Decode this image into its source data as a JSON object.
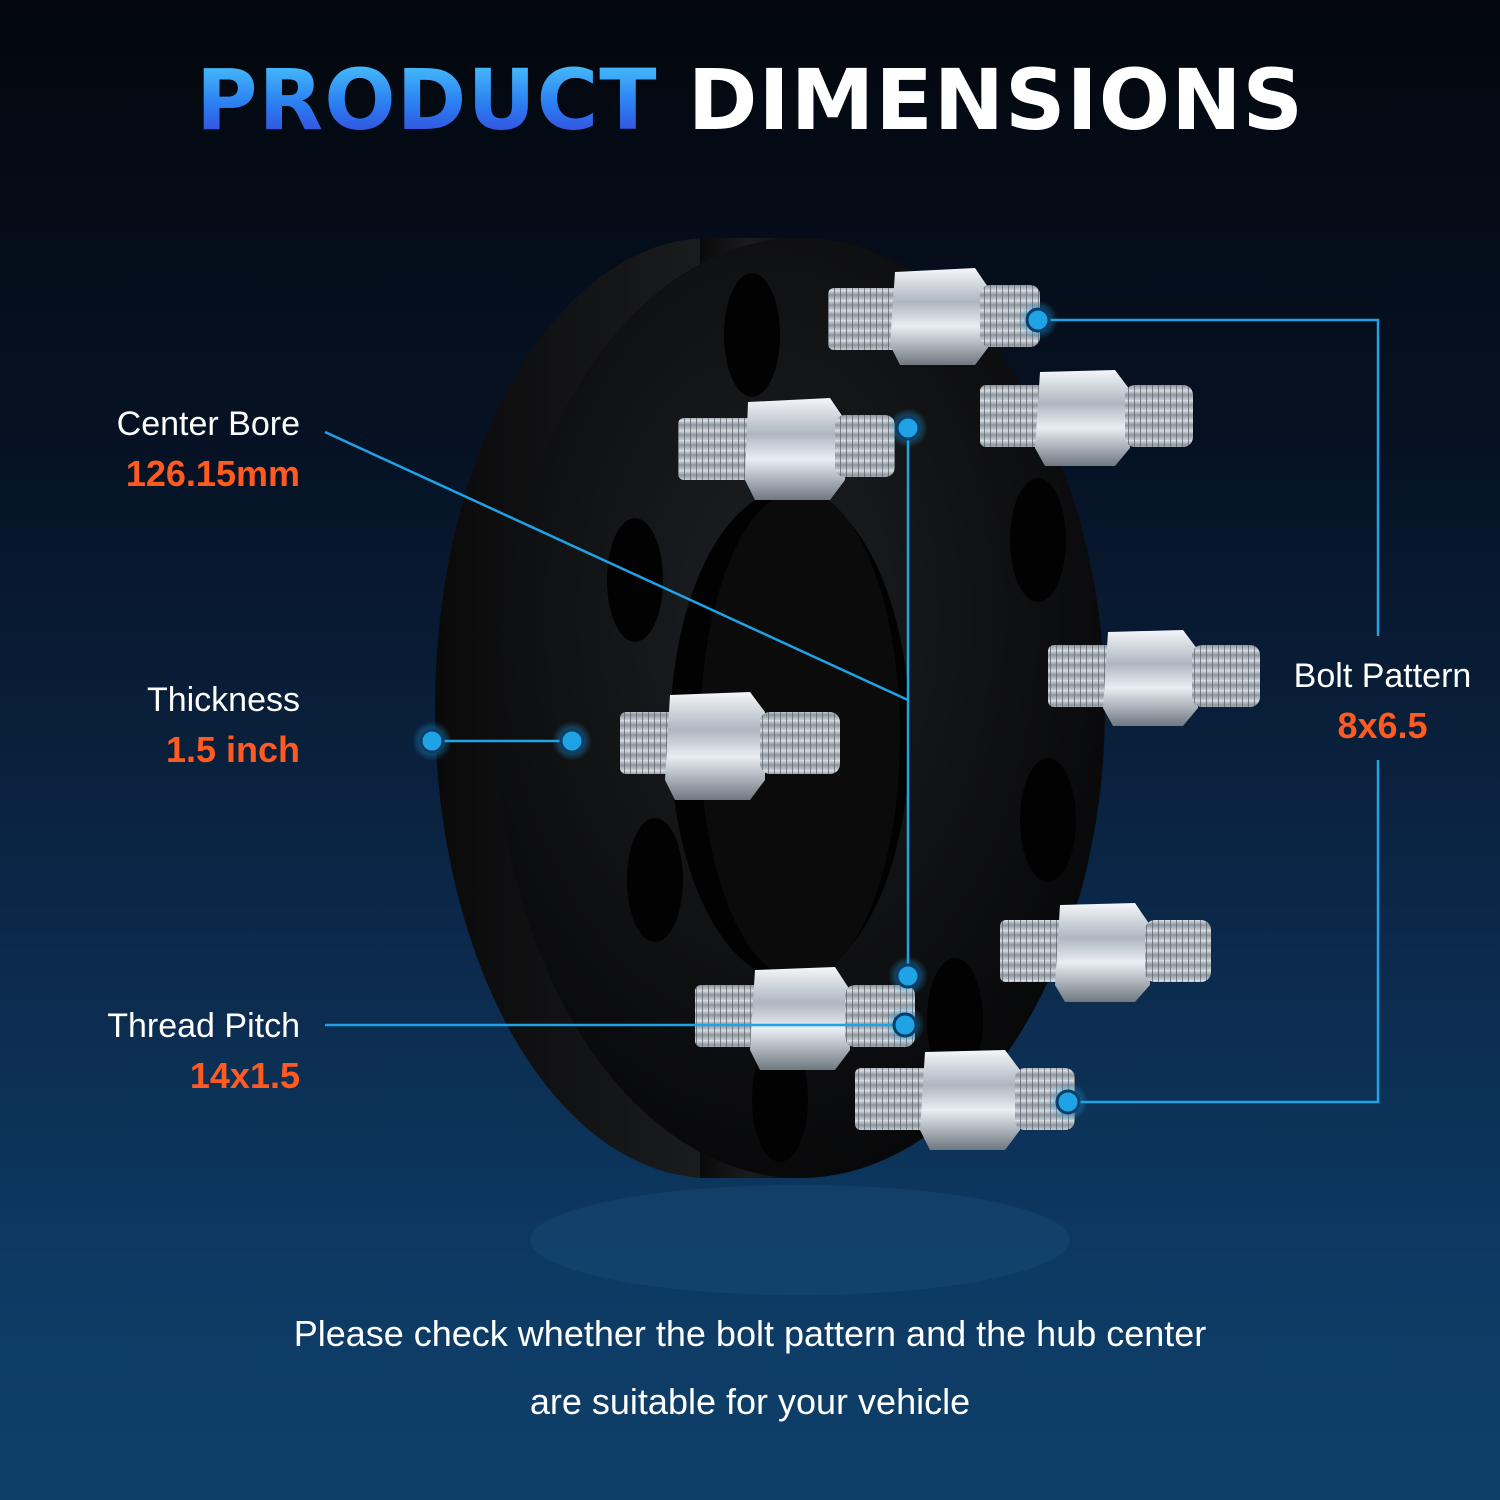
{
  "header": {
    "title_part1": "PRODUCT",
    "title_part2": "DIMENSIONS"
  },
  "specs": {
    "center_bore": {
      "label": "Center Bore",
      "value": "126.15mm"
    },
    "thickness": {
      "label": "Thickness",
      "value": "1.5 inch"
    },
    "thread_pitch": {
      "label": "Thread Pitch",
      "value": "14x1.5"
    },
    "bolt_pattern": {
      "label": "Bolt Pattern",
      "value": "8x6.5"
    }
  },
  "footer": {
    "line1": "Please check whether the bolt pattern and the hub center",
    "line2": "are suitable for your vehicle"
  },
  "colors": {
    "accent_value": "#ff5a1f",
    "callout_line": "#1fa3e6",
    "title_gradient_top": "#4fd0ff",
    "title_gradient_bottom": "#3a3ad8"
  }
}
